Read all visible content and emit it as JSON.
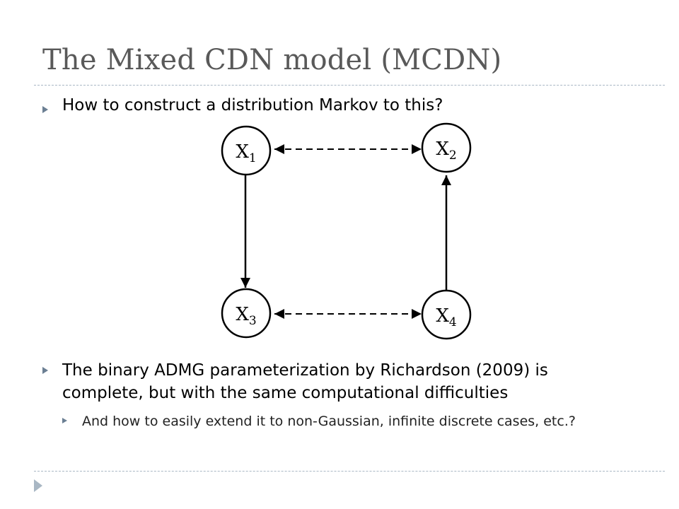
{
  "slide": {
    "title": "The Mixed CDN model (MCDN)",
    "bullets": [
      "How to construct a distribution Markov to this?",
      "The binary ADMG parameterization by Richardson (2009) is complete, but with the same computational difficulties"
    ],
    "subbullets": [
      "And how to easily extend it to non-Gaussian, infinite discrete cases, etc.?"
    ]
  },
  "diagram": {
    "nodes": [
      {
        "id": "x1",
        "label": "X",
        "sub": "1"
      },
      {
        "id": "x2",
        "label": "X",
        "sub": "2"
      },
      {
        "id": "x3",
        "label": "X",
        "sub": "3"
      },
      {
        "id": "x4",
        "label": "X",
        "sub": "4"
      }
    ],
    "edges": [
      {
        "from": "x1",
        "to": "x2",
        "type": "bidirected"
      },
      {
        "from": "x3",
        "to": "x4",
        "type": "bidirected"
      },
      {
        "from": "x1",
        "to": "x3",
        "type": "directed"
      },
      {
        "from": "x4",
        "to": "x2",
        "type": "directed"
      }
    ]
  },
  "colors": {
    "title": "#595959",
    "bullet": "#6b7f93",
    "rule": "#a9b7c4"
  },
  "icons": {
    "bullet": "triangle-right-icon",
    "footer": "corner-triangle-icon"
  }
}
